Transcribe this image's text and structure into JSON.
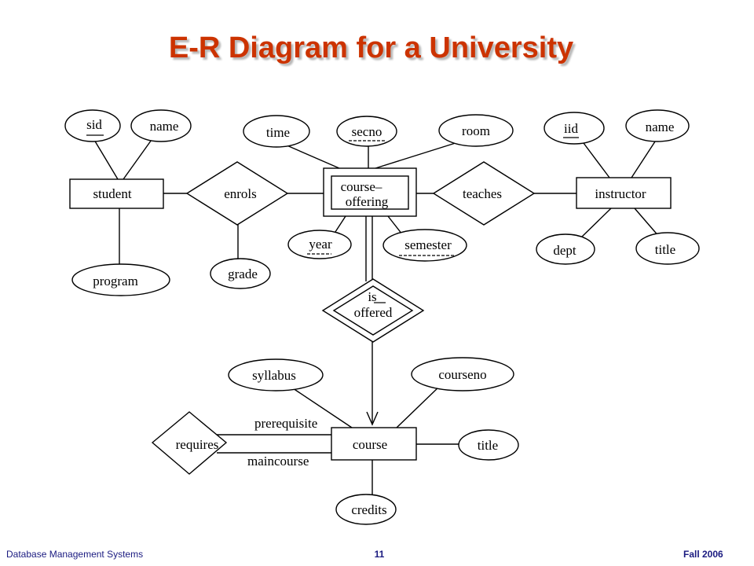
{
  "slide": {
    "title": "E-R Diagram for a University"
  },
  "diagram": {
    "entities": {
      "student": "student",
      "course_offering_line1": "course–",
      "course_offering_line2": "offering",
      "instructor": "instructor",
      "course": "course"
    },
    "relationships": {
      "enrols": "enrols",
      "teaches": "teaches",
      "is_offered_line1": "is",
      "is_offered_line2": "offered",
      "requires": "requires"
    },
    "attributes": {
      "sid": "sid",
      "student_name": "name",
      "program": "program",
      "grade": "grade",
      "time": "time",
      "secno": "secno",
      "room": "room",
      "year": "year",
      "semester": "semester",
      "iid": "iid",
      "instructor_name": "name",
      "dept": "dept",
      "instructor_title": "title",
      "syllabus": "syllabus",
      "courseno": "courseno",
      "course_title": "title",
      "credits": "credits"
    },
    "roles": {
      "prerequisite": "prerequisite",
      "maincourse": "maincourse"
    }
  },
  "footer": {
    "course_name": "Database  Management  Systems",
    "page_number": "11",
    "term": "Fall 2006"
  },
  "colors": {
    "title": "#CC3300",
    "footer": "#1a1a80"
  }
}
